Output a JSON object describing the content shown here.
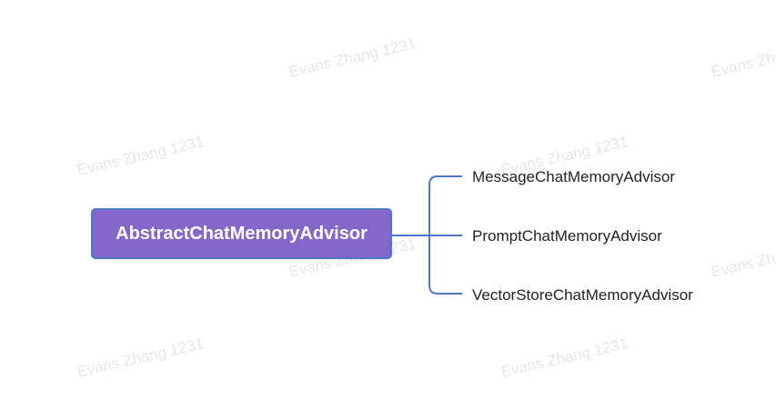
{
  "watermark": "Evans Zhang 1231",
  "root": {
    "label": "AbstractChatMemoryAdvisor",
    "fill": "#8566c9",
    "border": "#4d78c8"
  },
  "children": [
    {
      "label": "MessageChatMemoryAdvisor"
    },
    {
      "label": "PromptChatMemoryAdvisor"
    },
    {
      "label": "VectorStoreChatMemoryAdvisor"
    }
  ],
  "connector_color": "#4d78c8"
}
